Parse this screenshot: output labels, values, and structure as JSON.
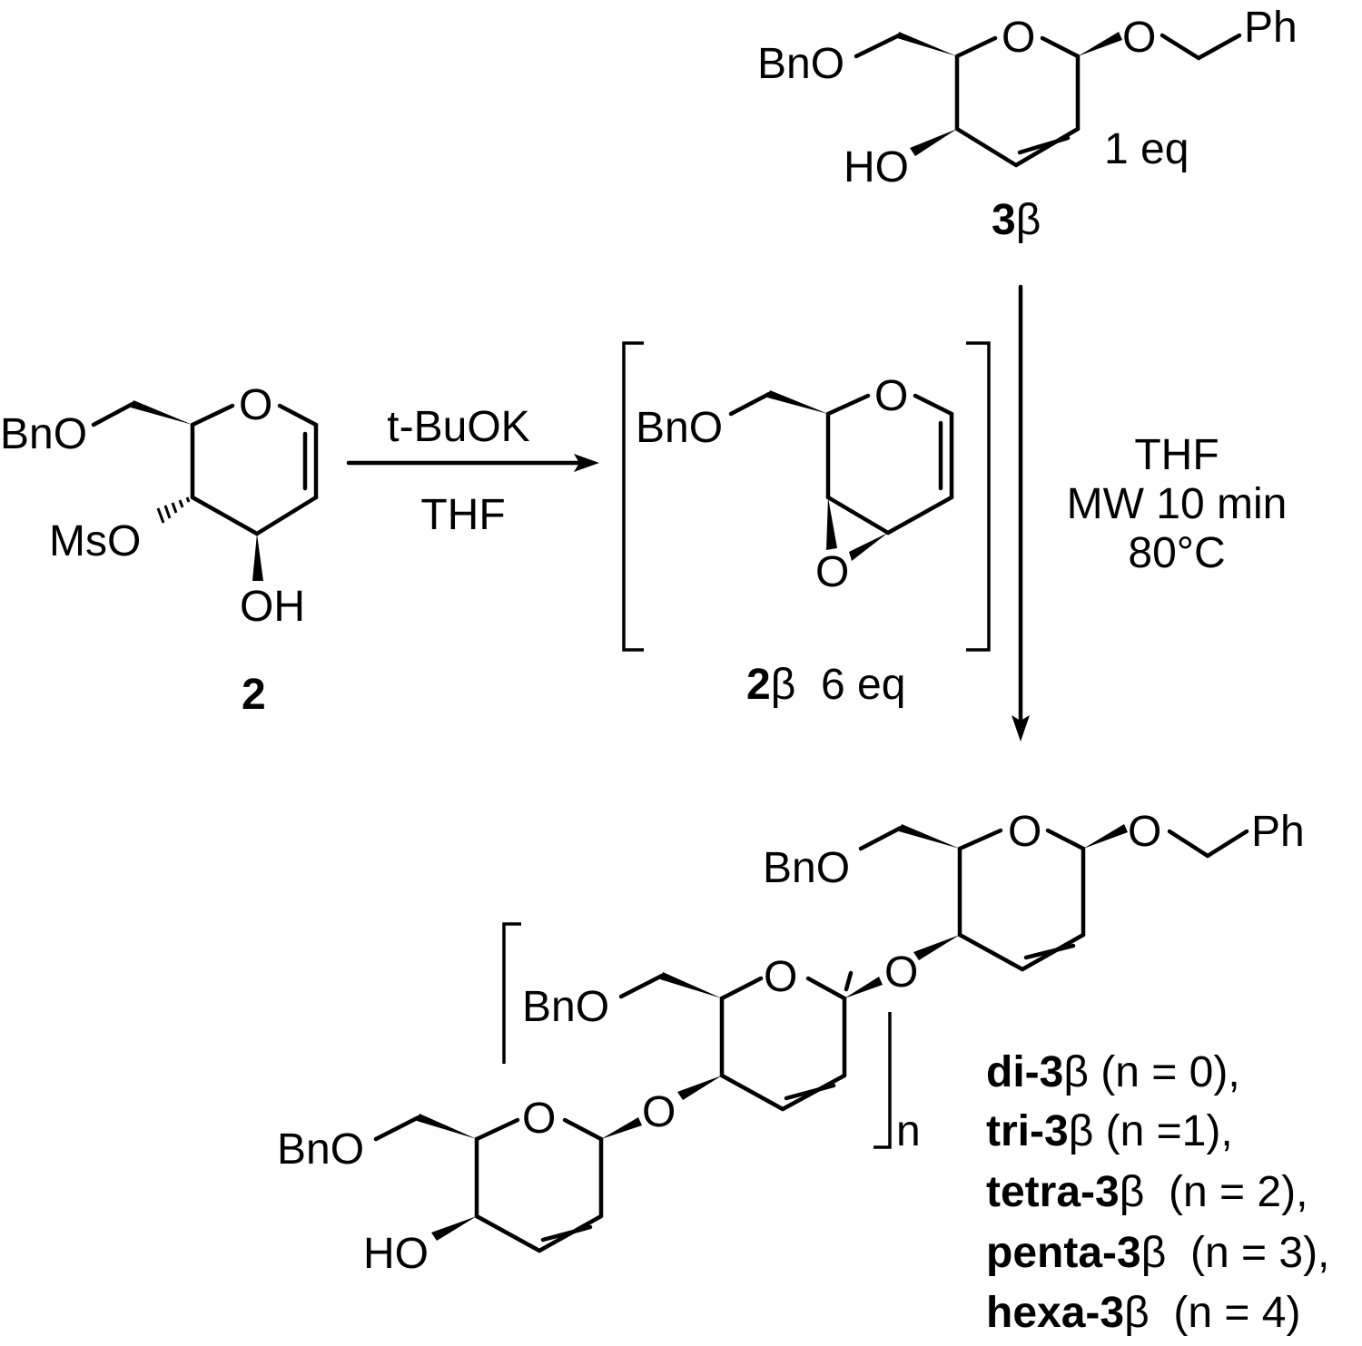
{
  "reagent_sm3b": {
    "bno": "BnO",
    "o_ring": "O",
    "o_anomeric": "O",
    "ph": "Ph",
    "ho": "HO",
    "equiv": "1 eq",
    "label_num": "3",
    "label_greek": "β"
  },
  "start_2": {
    "bno": "BnO",
    "o_ring": "O",
    "mso": "MsO",
    "oh": "OH",
    "label": "2"
  },
  "step1": {
    "reagent": "t-BuOK",
    "solvent": "THF"
  },
  "intermediate_2b": {
    "bno": "BnO",
    "o_ring": "O",
    "o_epoxide": "O",
    "label_num": "2",
    "label_greek": "β",
    "equiv": "6 eq"
  },
  "step2": {
    "solvent": "THF",
    "time": "MW 10 min",
    "temp": "80°C"
  },
  "product": {
    "bno_top": "BnO",
    "o_ring_top": "O",
    "o_anomeric_top": "O",
    "ph": "Ph",
    "o_link_top": "O",
    "bno_mid": "BnO",
    "o_ring_mid": "O",
    "o_link_mid": "O",
    "bno_bot": "BnO",
    "o_ring_bot": "O",
    "ho": "HO",
    "repeat_n": "n"
  },
  "product_list": [
    {
      "name": "di-3",
      "greek": "β",
      "cond": " (n = 0),"
    },
    {
      "name": "tri-3",
      "greek": "β",
      "cond": " (n =1),"
    },
    {
      "name": "tetra-3",
      "greek": "β",
      "cond": "  (n = 2),"
    },
    {
      "name": "penta-3",
      "greek": "β",
      "cond": "  (n = 3),"
    },
    {
      "name": "hexa-3",
      "greek": "β",
      "cond": "  (n = 4)"
    }
  ]
}
